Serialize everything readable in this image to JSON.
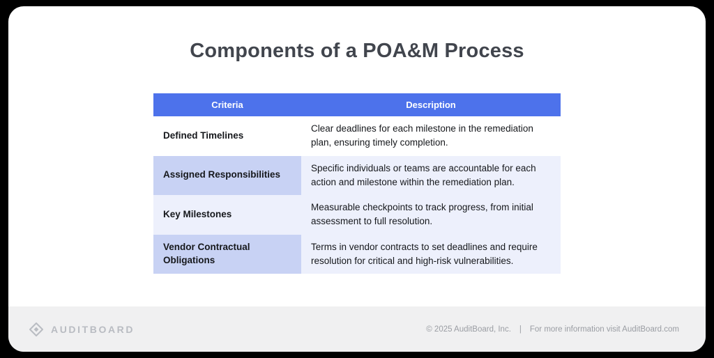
{
  "title": "Components of a POA&M Process",
  "table": {
    "headers": [
      "Criteria",
      "Description"
    ],
    "rows": [
      {
        "criteria": "Defined Timelines",
        "description": "Clear deadlines for each milestone in the remediation plan, ensuring timely completion."
      },
      {
        "criteria": "Assigned Responsibilities",
        "description": "Specific individuals or teams are accountable for each action and milestone within the remediation plan."
      },
      {
        "criteria": "Key Milestones",
        "description": "Measurable checkpoints to track progress, from initial assessment to full resolution."
      },
      {
        "criteria": "Vendor Contractual Obligations",
        "description": "Terms in vendor contracts to set deadlines and require resolution for critical and high-risk vulnerabilities."
      }
    ]
  },
  "footer": {
    "logo_text": "AUDITBOARD",
    "copyright": "© 2025  AuditBoard, Inc.",
    "separator": "|",
    "info": "For more information visit AuditBoard.com"
  },
  "colors": {
    "header_bg": "#4d72eb",
    "row_shaded_criteria": "#c8d2f4",
    "row_shaded_desc": "#edf0fc",
    "row_pale": "#edf0fc",
    "footer_bg": "#f0f0f1",
    "title_color": "#41454d",
    "logo_gray": "#b9bcc2"
  }
}
